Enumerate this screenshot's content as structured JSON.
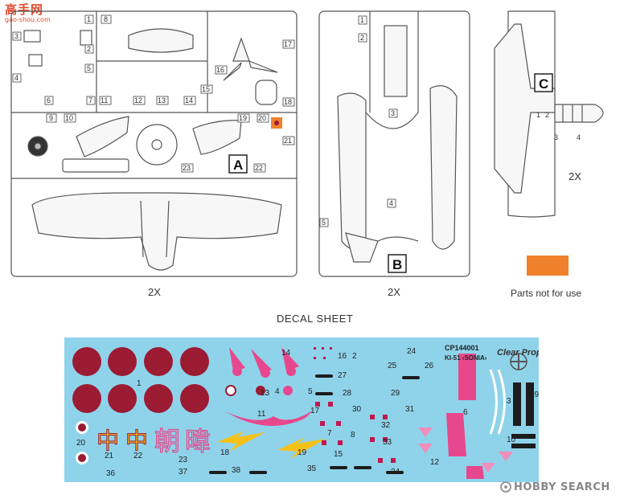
{
  "watermark": {
    "main": "高手网",
    "sub": "gao-shou.com"
  },
  "sprues": [
    {
      "letter": "A",
      "quantity": "2X",
      "part_numbers": [
        "1",
        "2",
        "3",
        "4",
        "5",
        "6",
        "7",
        "8",
        "9",
        "10",
        "11",
        "12",
        "13",
        "14",
        "15",
        "16",
        "17",
        "18",
        "19",
        "20",
        "21",
        "22",
        "23"
      ]
    },
    {
      "letter": "B",
      "quantity": "2X",
      "part_numbers": [
        "1",
        "2",
        "3",
        "4",
        "5"
      ]
    },
    {
      "letter": "C",
      "quantity": "2X",
      "part_numbers": [
        "1",
        "2",
        "3",
        "4"
      ]
    }
  ],
  "legend": {
    "text": "Parts not for use",
    "color": "#f0812c"
  },
  "decal_sheet": {
    "title": "DECAL SHEET",
    "code": "CP144001",
    "model": "KI-51 ‹SONIA›",
    "brand": "Clear Prop!",
    "numbers": [
      "1",
      "2",
      "3",
      "4",
      "5",
      "6",
      "7",
      "8",
      "9",
      "10",
      "11",
      "12",
      "13",
      "14",
      "15",
      "16",
      "17",
      "18",
      "19",
      "20",
      "21",
      "22",
      "23",
      "24",
      "25",
      "26",
      "27",
      "28",
      "29",
      "30",
      "31",
      "32",
      "33",
      "34",
      "35",
      "36",
      "37",
      "38"
    ],
    "kanji": [
      "中",
      "中",
      "朝",
      "暐"
    ],
    "colors": {
      "background": "#8fd3ea",
      "hinomaru": "#9b1b33",
      "pink": "#e7488d",
      "yellow": "#f6c117",
      "black": "#1c1c1c"
    }
  },
  "credit": "HOBBY SEARCH"
}
